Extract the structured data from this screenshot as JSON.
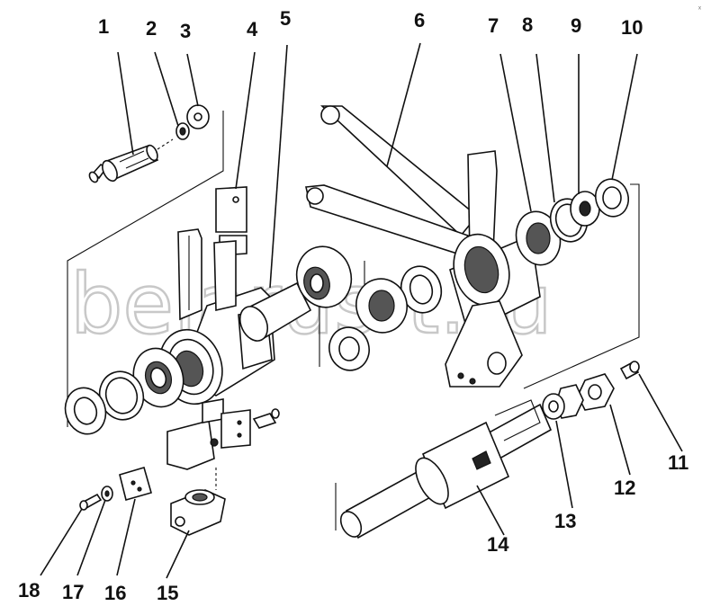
{
  "callouts": [
    "1",
    "2",
    "3",
    "4",
    "5",
    "6",
    "7",
    "8",
    "9",
    "10",
    "11",
    "12",
    "13",
    "14",
    "15",
    "16",
    "17",
    "18"
  ],
  "watermark": "belarus-t.ru",
  "corner_mark": "ₓ"
}
